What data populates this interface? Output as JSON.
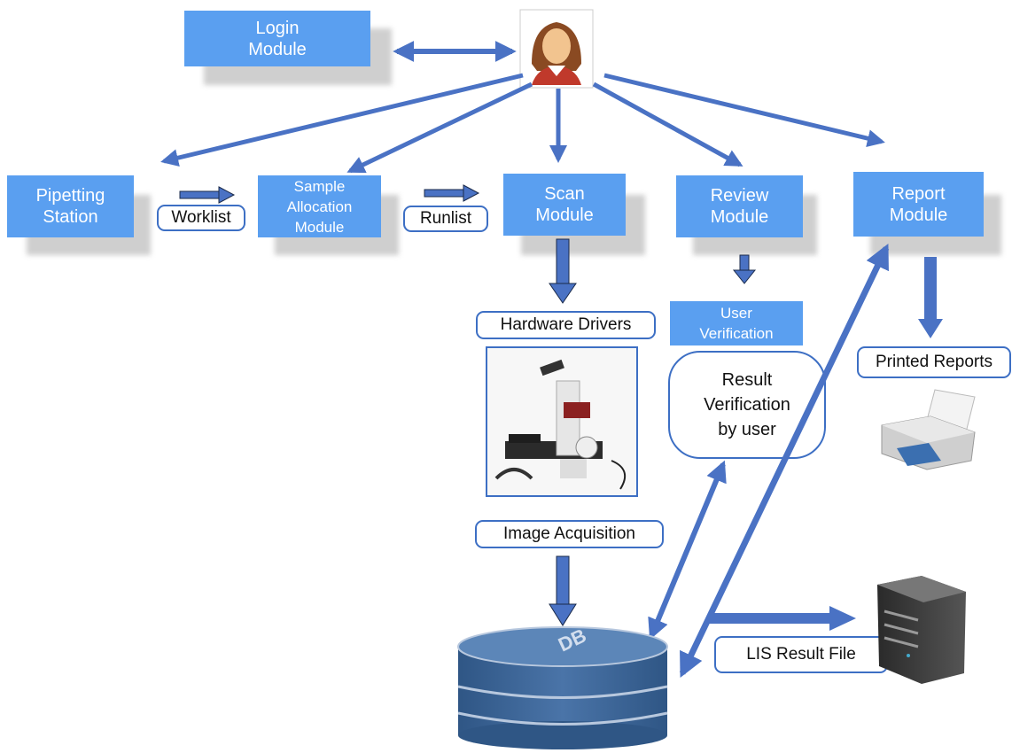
{
  "modules": {
    "login": "Login\nModule",
    "pipetting": "Pipetting\nStation",
    "sample_allocation": "Sample\nAllocation\nModule",
    "scan": "Scan\nModule",
    "review": "Review\nModule",
    "report": "Report\nModule",
    "user_verification": "User\nVerification"
  },
  "tags": {
    "worklist": "Worklist",
    "runlist": "Runlist",
    "hardware_drivers": "Hardware Drivers",
    "image_acquisition": "Image Acquisition",
    "printed_reports": "Printed Reports",
    "lis_result_file": "LIS Result File"
  },
  "bubbles": {
    "result_verification": "Result\nVerification\nby user"
  },
  "database": {
    "label": "DB"
  },
  "colors": {
    "module_fill": "#5a9ff0",
    "arrow": "#4a72c4",
    "tag_border": "#3d6fc4",
    "db": "#3f6796"
  },
  "icons": [
    "user-avatar-icon",
    "microscope-icon",
    "printer-icon",
    "server-icon",
    "database-icon"
  ]
}
